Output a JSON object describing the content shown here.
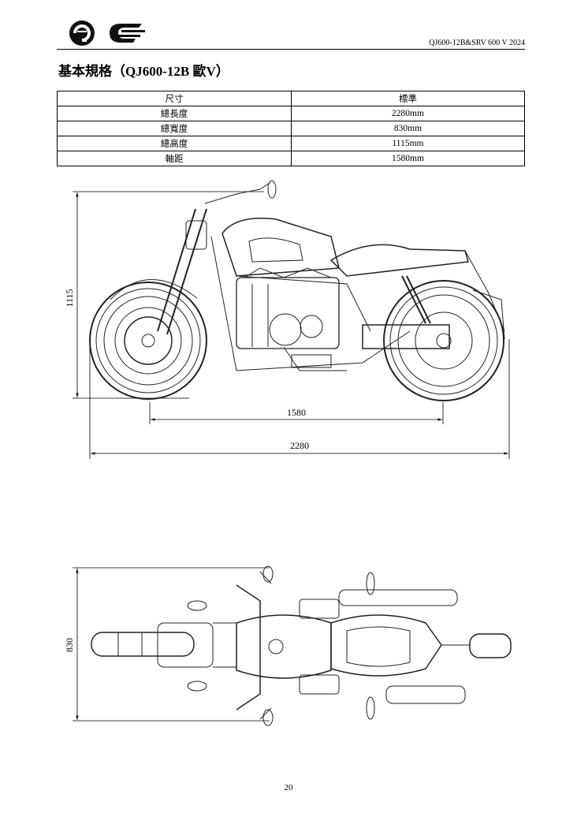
{
  "header": {
    "logo_text": "QJMOTOR",
    "doc_id": "QJ600-12B&SRV 600 V 2024"
  },
  "title": "基本規格（QJ600-12B 歐V）",
  "spec_table": {
    "headers": [
      "尺寸",
      "標準"
    ],
    "rows": [
      [
        "總長度",
        "2280mm"
      ],
      [
        "總寬度",
        "830mm"
      ],
      [
        "總高度",
        "1115mm"
      ],
      [
        "軸距",
        "1580mm"
      ]
    ]
  },
  "side_view": {
    "height_dim": "1115",
    "wheelbase_dim": "1580",
    "length_dim": "2280"
  },
  "top_view": {
    "width_dim": "830"
  },
  "page_number": "20"
}
